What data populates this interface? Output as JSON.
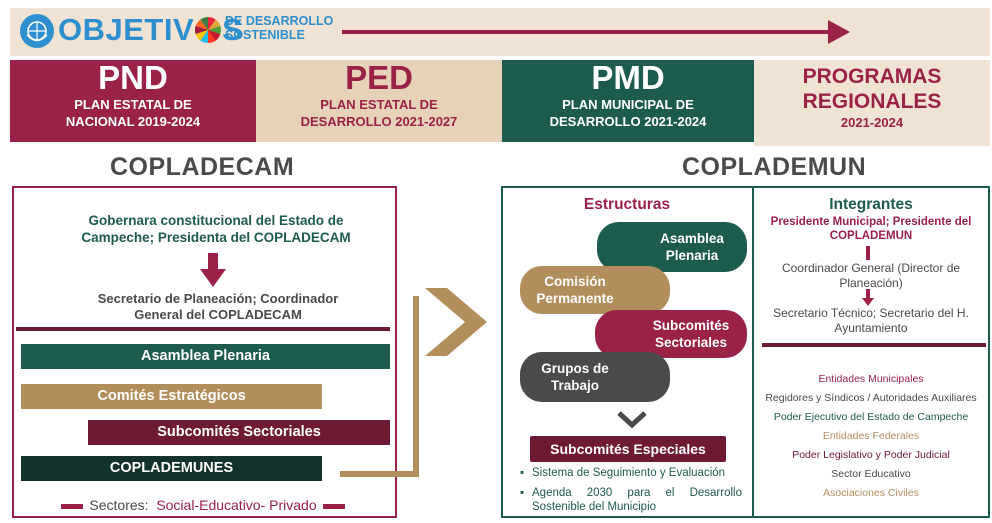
{
  "header": {
    "title": "OBJETIV",
    "title_suffix": "S",
    "subtitle_line1": "DE DESARROLLO",
    "subtitle_line2": "SOSTENIBLE"
  },
  "plans": [
    {
      "acronym": "PND",
      "line1": "PLAN ESTATAL DE",
      "line2": "NACIONAL 2019-2024"
    },
    {
      "acronym": "PED",
      "line1": "PLAN ESTATAL DE",
      "line2": "DESARROLLO 2021-2027"
    },
    {
      "acronym": "PMD",
      "line1": "PLAN  MUNICIPAL DE",
      "line2": "DESARROLLO 2021-2024"
    },
    {
      "acronym_line1": "PROGRAMAS",
      "acronym_line2": "REGIONALES",
      "line1": "2021-2024"
    }
  ],
  "copladecam": {
    "title": "COPLADECAM",
    "gobernara_line1": "Gobernara constitucional del Estado de",
    "gobernara_line2": "Campeche; Presidenta del COPLADECAM",
    "secretario_line1": "Secretario de Planeación; Coordinador",
    "secretario_line2": "General del COPLADECAM",
    "bars": [
      "Asamblea Plenaria",
      "Comités Estratégicos",
      "Subcomités Sectoriales",
      "COPLADEMUNES"
    ],
    "sectores_label": "Sectores:",
    "sectores_value": "Social-Educativo- Privado"
  },
  "coplademun": {
    "title": "COPLADEMUN",
    "estructuras": {
      "title": "Estructuras",
      "asamblea_l1": "Asamblea",
      "asamblea_l2": "Plenaria",
      "comision_l1": "Comisión",
      "comision_l2": "Permanente",
      "subcom_l1": "Subcomités",
      "subcom_l2": "Sectoriales",
      "grupos_l1": "Grupos de",
      "grupos_l2": "Trabajo",
      "especiales": "Subcomités Especiales",
      "bullets": [
        "Sistema de Seguimiento y Evaluación",
        "Agenda 2030 para el Desarrollo Sostenible del Municipio"
      ]
    },
    "integrantes": {
      "title": "Integrantes",
      "presidente_l1": "Presidente Municipal; Presidente del",
      "presidente_l2": "COPLADEMUN",
      "coordinador_l1": "Coordinador General (Director de",
      "coordinador_l2": "Planeación)",
      "secretario_l1": "Secretario Técnico; Secretario del H.",
      "secretario_l2": "Ayuntamiento",
      "entities": [
        {
          "text": "Entidades Municipales",
          "color": "#9b2247"
        },
        {
          "text": "Regidores y Síndicos   /   Autoridades Auxiliares",
          "color": "#4a4a4a"
        },
        {
          "text": "Poder Ejecutivo del Estado de Campeche",
          "color": "#1e5b4f"
        },
        {
          "text": "Entidades Federales",
          "color": "#b38e5d"
        },
        {
          "text": "Poder Legislativo y Poder Judicial",
          "color": "#6e1a33"
        },
        {
          "text": "Sector Educativo",
          "color": "#4a4a4a"
        },
        {
          "text": "Asociaciones Civiles",
          "color": "#b38e5d"
        }
      ]
    }
  },
  "colors": {
    "guinda": "#9b2247",
    "guinda_dark": "#6e1a33",
    "verde": "#1e5b4f",
    "verde_dark": "#13322b",
    "dorado": "#b38e5d",
    "beige": "#e6d2b8",
    "gris": "#4a4a4a",
    "ods_blue": "#2e8fcf"
  }
}
